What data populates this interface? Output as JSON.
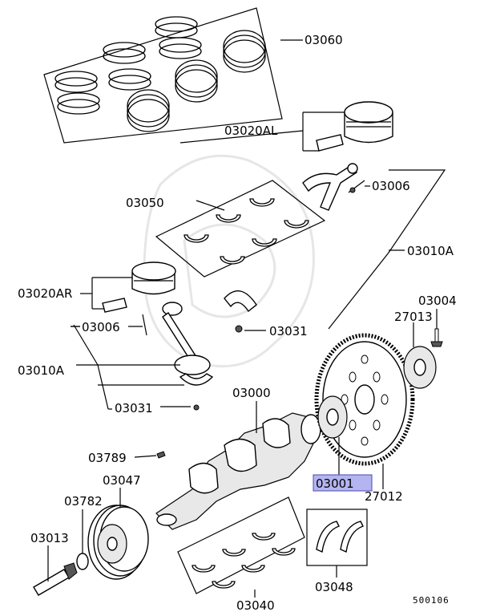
{
  "diagram": {
    "labels": {
      "p03060": "03060",
      "p03020AL": "03020AL",
      "p03006_top": "03006",
      "p03050": "03050",
      "p03010A_right": "03010A",
      "p03020AR": "03020AR",
      "p03004": "03004",
      "p27013": "27013",
      "p03006_left": "03006",
      "p03031_right": "03031",
      "p03010A_left": "03010A",
      "p03000": "03000",
      "p03031_left": "03031",
      "p03789": "03789",
      "p03047": "03047",
      "p03001": "03001",
      "p27012": "27012",
      "p03782": "03782",
      "p03013": "03013",
      "p03048": "03048",
      "p03040": "03040"
    },
    "highlighted_part": "03001",
    "figure_code": "500106",
    "colors": {
      "highlight": "#b4b4f0",
      "line": "#000000"
    }
  }
}
